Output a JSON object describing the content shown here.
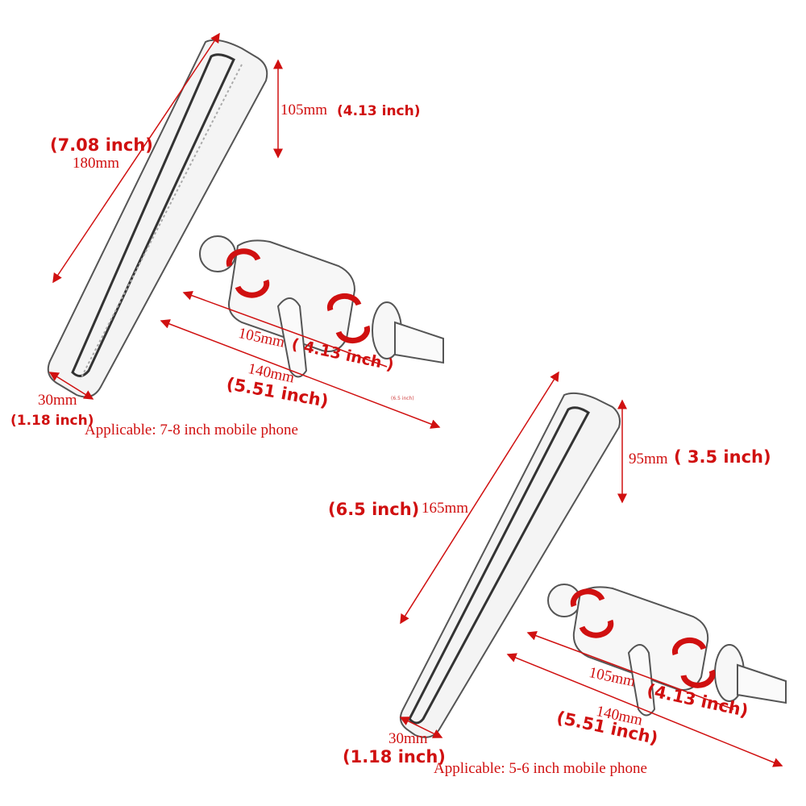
{
  "colors": {
    "dimension": "#d01010",
    "outline": "#555555"
  },
  "products": [
    {
      "length_mm": "180mm",
      "length_in": "(7.08 inch)",
      "width_mm": "105mm",
      "width_in": "(4.13 inch)",
      "arm_mm": "105mm",
      "arm_in": "( 4.13 inch )",
      "total_mm": "140mm",
      "total_in": "(5.51 inch)",
      "depth_mm": "30mm",
      "depth_in": "(1.18 inch)",
      "note": "(6.5 inch)",
      "applicable": "Applicable: 7-8 inch mobile phone"
    },
    {
      "length_mm": "165mm",
      "length_in": "(6.5 inch)",
      "width_mm": "95mm",
      "width_in": "( 3.5 inch)",
      "arm_mm": "105mm",
      "arm_in": "(4.13 inch)",
      "total_mm": "140mm",
      "total_in": "(5.51 inch)",
      "depth_mm": "30mm",
      "depth_in": "(1.18 inch)",
      "applicable": "Applicable: 5-6 inch mobile phone"
    }
  ]
}
